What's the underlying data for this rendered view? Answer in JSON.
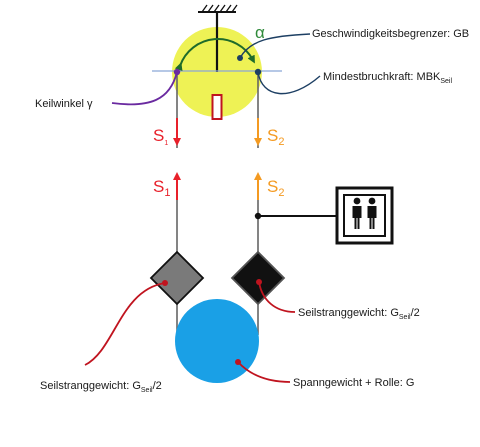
{
  "labels": {
    "governor": "Geschwindigkeitsbegrenzer: GB",
    "min_breaking_force": "Mindestbruchkraft: MBK",
    "min_breaking_force_sub": "Seil",
    "wedge_angle": "Keilwinkel γ",
    "alpha": "α",
    "rope_weight_right": "Seilstranggewicht: G",
    "rope_weight_right_sub": "Seil",
    "rope_weight_right_tail": "/2",
    "rope_weight_left": "Seilstranggewicht: G",
    "rope_weight_left_sub": "Seil",
    "rope_weight_left_tail": "/2",
    "tension_weight": "Spanngewicht + Rolle: G"
  },
  "forces": {
    "s1_top": {
      "letter": "S",
      "index": "1"
    },
    "s2_top": {
      "letter": "S",
      "index": "2"
    },
    "s1_bottom": {
      "letter": "S",
      "index": "1"
    },
    "s2_bottom": {
      "letter": "S",
      "index": "2"
    }
  },
  "icons": {
    "fixed_support": "ceiling-hatch-icon",
    "elevator_car": "people-icon"
  },
  "colors": {
    "governor_sheave": "#eef255",
    "tension_weight": "#1aa0e6",
    "s1": "#e8202a",
    "s2": "#f49a21",
    "leader_dark": "#1d3f63",
    "leader_purple": "#6a2aa0",
    "leader_red": "#c0141f",
    "arc_green": "#1f6b2a",
    "alpha_text": "#2f8a3a",
    "reference_line": "#8aa6d6"
  }
}
